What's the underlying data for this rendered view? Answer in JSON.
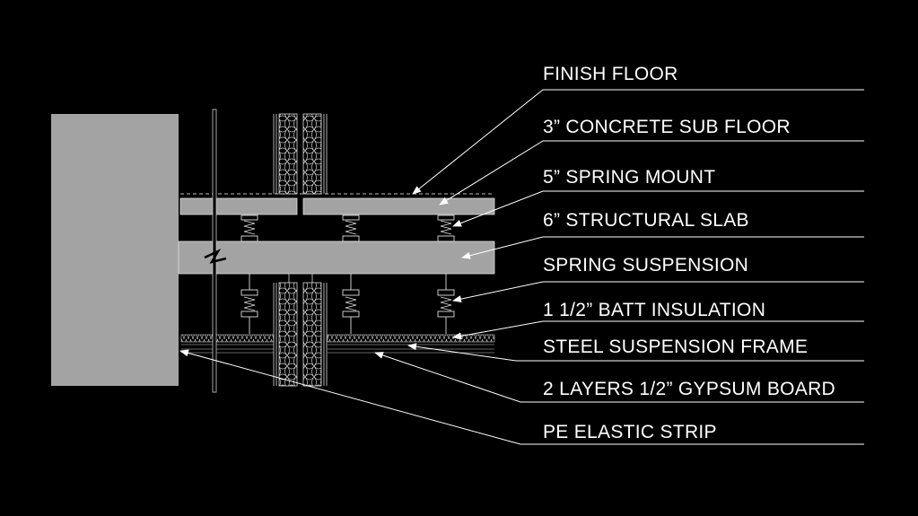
{
  "colors": {
    "concrete": "#a3a3a3",
    "line": "#ffffff",
    "background": "#000000"
  },
  "labels": [
    "FINISH FLOOR",
    "3” CONCRETE SUB FLOOR",
    "5” SPRING MOUNT",
    "6” STRUCTURAL SLAB",
    "SPRING SUSPENSION",
    "1 1/2” BATT INSULATION",
    "STEEL SUSPENSION FRAME",
    "2 LAYERS 1/2” GYPSUM BOARD",
    "PE ELASTIC STRIP"
  ]
}
